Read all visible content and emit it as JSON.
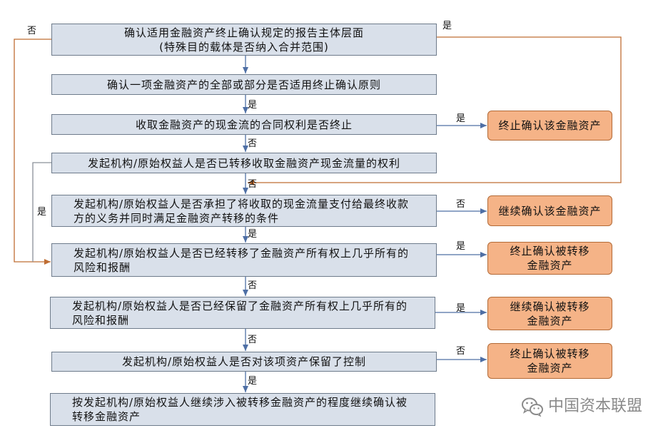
{
  "flowchart": {
    "steps": [
      {
        "lines": [
          "确认适用金融资产终止确认规定的报告主体层面",
          "(特殊目的载体是否纳入合并范围)"
        ],
        "branch_labels": [
          "否",
          "是"
        ]
      },
      {
        "lines": [
          "确认一项金融资产的全部或部分是否适用终止确认原则"
        ],
        "branch_labels": [
          "是"
        ]
      },
      {
        "lines": [
          "收取金融资产的现金流的合同权利是否终止"
        ],
        "branch_labels": [
          "是",
          "否"
        ]
      },
      {
        "lines": [
          "发起机构/原始权益人是否已转移收取金融资产现金流量的权利"
        ],
        "branch_labels": [
          "否",
          "是"
        ]
      },
      {
        "lines": [
          "发起机构/原始权益人是否承担了将收取的现金流量支付给最终收款",
          "方的义务并同时满足金融资产转移的条件"
        ],
        "branch_labels": [
          "否",
          "是"
        ]
      },
      {
        "lines": [
          "发起机构/原始权益人是否已经转移了金融资产所有权上几乎所有的",
          "风险和报酬"
        ],
        "branch_labels": [
          "是",
          "否"
        ]
      },
      {
        "lines": [
          "发起机构/原始权益人是否已经保留了金融资产所有权上几乎所有的",
          "风险和报酬"
        ],
        "branch_labels": [
          "是",
          "否"
        ]
      },
      {
        "lines": [
          "发起机构/原始权益人是否对该项资产保留了控制"
        ],
        "branch_labels": [
          "否",
          "是"
        ]
      },
      {
        "lines": [
          "按发起机构/原始权益人继续涉入被转移金融资产的程度继续确认被",
          "转移金融资产"
        ]
      }
    ],
    "outcomes": [
      {
        "lines": [
          "终止确认该金融资产"
        ]
      },
      {
        "lines": [
          "继续确认该金融资产"
        ]
      },
      {
        "lines": [
          "终止确认被转移",
          "金融资产"
        ]
      },
      {
        "lines": [
          "继续确认被转移",
          "金融资产"
        ]
      },
      {
        "lines": [
          "终止确认被转移",
          "金融资产"
        ]
      }
    ]
  },
  "watermark": {
    "icon": "wechat-icon",
    "text": "中国资本联盟"
  },
  "colors": {
    "step_fill": "#d9e0ea",
    "step_border": "#6e7b8b",
    "outcome_fill": "#f5b387",
    "outcome_border": "#b36a36",
    "arrow": "#4e6fa5",
    "loop_line": "#bf6d33",
    "branch_line": "#8a9099",
    "watermark": "#8a8a8a"
  }
}
